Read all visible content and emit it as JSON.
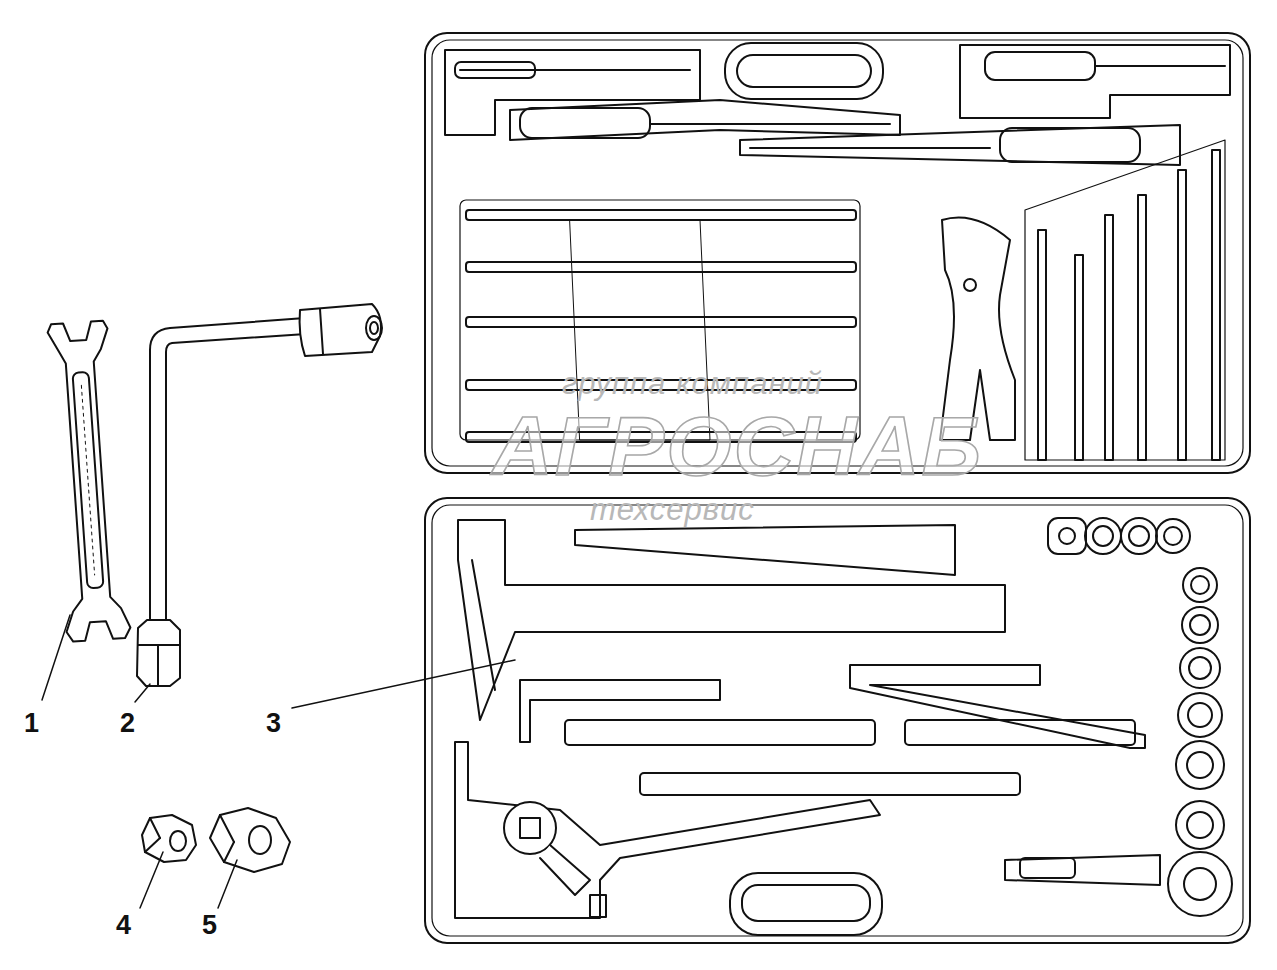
{
  "diagram": {
    "labels": [
      "1",
      "2",
      "3",
      "4",
      "5",
      "группа компаний",
      "АГРОСНАБ",
      "техсервис"
    ]
  }
}
